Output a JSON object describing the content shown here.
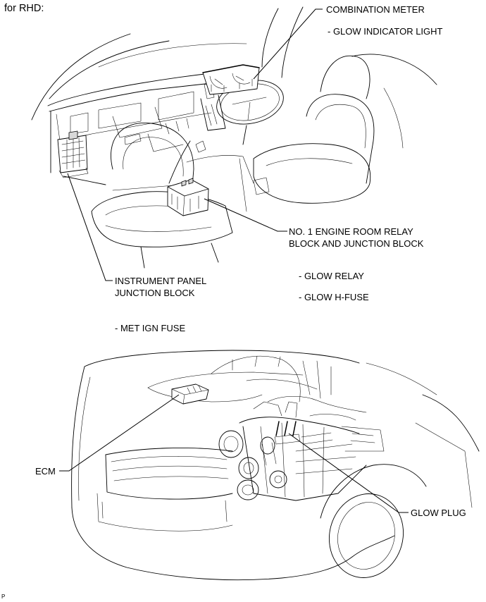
{
  "section_label": "for RHD:",
  "components": {
    "combination_meter": {
      "name": "COMBINATION METER",
      "part": "- GLOW INDICATOR LIGHT"
    },
    "relay_block": {
      "name_line1": "NO. 1 ENGINE ROOM RELAY",
      "name_line2": "BLOCK AND JUNCTION BLOCK",
      "part1": "- GLOW RELAY",
      "part2": "- GLOW H-FUSE"
    },
    "instrument_panel_jb": {
      "name_line1": "INSTRUMENT PANEL",
      "name_line2": "JUNCTION BLOCK",
      "part": "- MET IGN FUSE"
    },
    "ecm": {
      "name": "ECM"
    },
    "glow_plug": {
      "name": "GLOW PLUG"
    }
  },
  "figure_code": "P"
}
